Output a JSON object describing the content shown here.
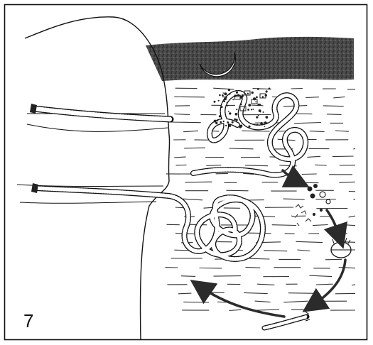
{
  "figure": {
    "panel_number": "7"
  },
  "colors": {
    "ink": "#111111",
    "sky": "#3d3d3d",
    "paper": "#ffffff",
    "arrow": "#2b2b2b"
  },
  "illustration_elements": [
    "host-body-outline",
    "night-sky-band",
    "crescent-moon-icon",
    "water-surface-lines",
    "adult-worm-upper-emerging",
    "adult-worm-lower-coiled-in-water",
    "released-eggs-cloud",
    "larvae-cluster",
    "small-host-sphere",
    "juvenile-worm",
    "life-cycle-arrows"
  ]
}
